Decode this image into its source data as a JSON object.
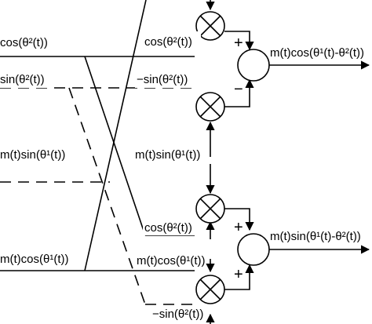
{
  "labels": {
    "in_cos": "cos(θ²(t))",
    "in_sin": "sin(θ²(t))",
    "in_msin": "m(t)sin(θ¹(t))",
    "in_mcos": "m(t)cos(θ¹(t))",
    "mult1_label": "cos(θ²(t))",
    "mult2_label": "−sin(θ²(t))",
    "mult3_label": "m(t)sin(θ¹(t))",
    "mult4_label": "cos(θ²(t))",
    "mult5_label": "m(t)cos(θ¹(t))",
    "mult6_label": "−sin(θ²(t))",
    "out_top": "m(t)cos(θ¹(t)-θ²(t))",
    "out_bottom": "m(t)sin(θ¹(t)-θ²(t))"
  },
  "signs": {
    "sum_top_upper": "+",
    "sum_top_lower": "−",
    "sum_bottom_upper": "+",
    "sum_bottom_lower": "+"
  }
}
